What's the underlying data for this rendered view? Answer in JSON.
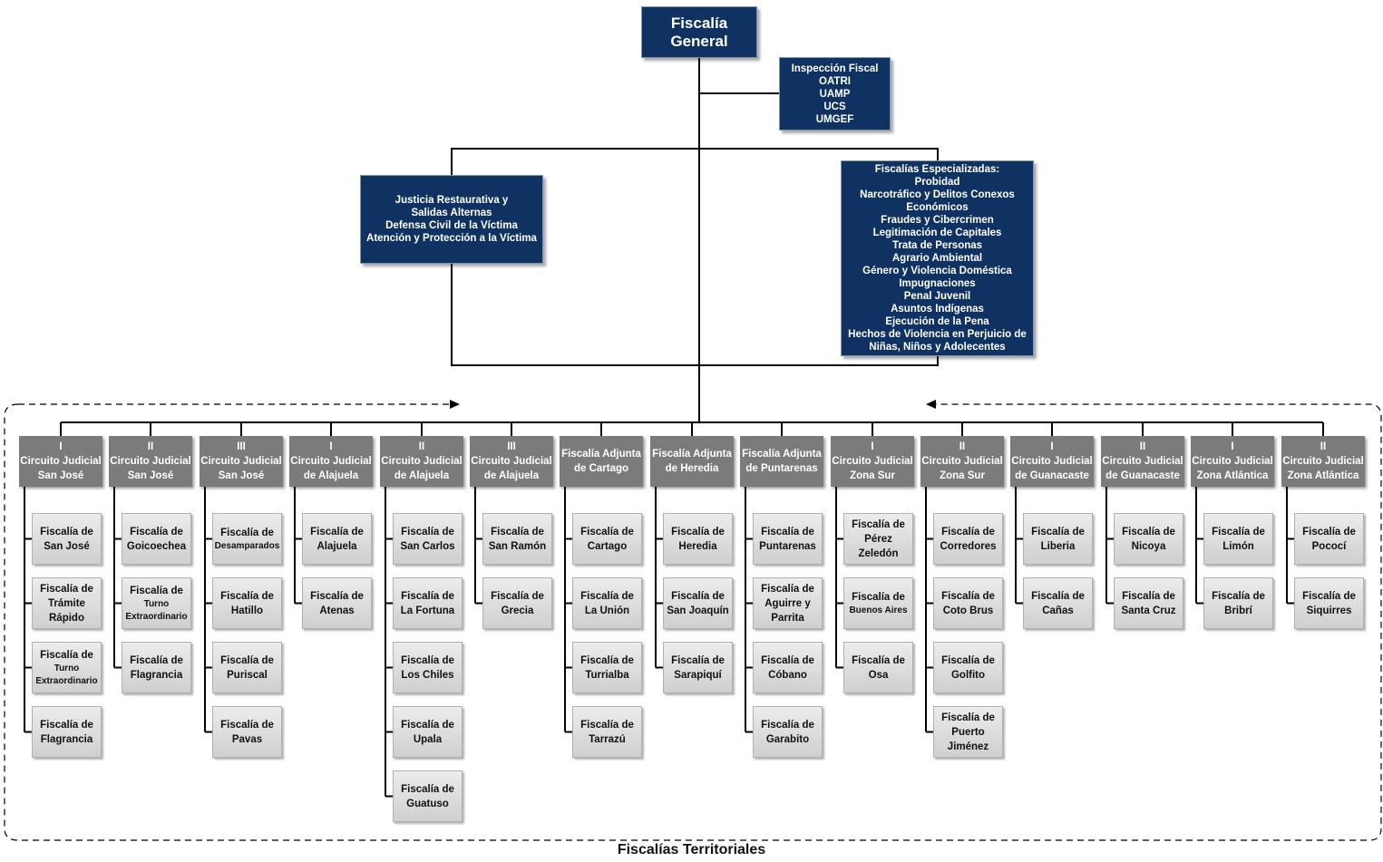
{
  "root": {
    "lines": [
      "Fiscalía",
      "General"
    ]
  },
  "staff": {
    "lines": [
      "Inspección Fiscal",
      "OATRI",
      "UAMP",
      "UCS",
      "UMGEF"
    ]
  },
  "left_unit": {
    "lines": [
      "Justicia Restaurativa y",
      "Salidas Alternas",
      "Defensa Civil de la Víctima",
      "Atención y Protección a la Víctima"
    ]
  },
  "right_unit": {
    "lines": [
      "Fiscalías Especializadas:",
      "Probidad",
      "Narcotráfico y Delitos Conexos",
      "Económicos",
      "Fraudes y Cibercrimen",
      "Legitimación de Capitales",
      "Trata de Personas",
      "Agrario Ambiental",
      "Género y Violencia Doméstica",
      "Impugnaciones",
      "Penal Juvenil",
      "Asuntos Indígenas",
      "Ejecución de la Pena",
      "Hechos de Violencia en Perjuicio de",
      "Niñas, Niños y Adolecentes"
    ]
  },
  "territorial_label": "Fiscalías Territoriales",
  "circuits": [
    {
      "header": [
        "I",
        "Circuito Judicial",
        "San José"
      ],
      "children": [
        [
          "Fiscalía de",
          "San José"
        ],
        [
          "Fiscalía de",
          "Trámite",
          "Rápido"
        ],
        [
          "Fiscalía de",
          "Turno",
          "Extraordinario"
        ],
        [
          "Fiscalía de",
          "Flagrancia"
        ]
      ]
    },
    {
      "header": [
        "II",
        "Circuito Judicial",
        "San José"
      ],
      "children": [
        [
          "Fiscalía de",
          "Goicoechea"
        ],
        [
          "Fiscalía de",
          "Turno",
          "Extraordinario"
        ],
        [
          "Fiscalía de",
          "Flagrancia"
        ]
      ]
    },
    {
      "header": [
        "III",
        "Circuito Judicial",
        "San José"
      ],
      "children": [
        [
          "Fiscalía de",
          "Desamparados"
        ],
        [
          "Fiscalía de",
          "Hatillo"
        ],
        [
          "Fiscalía de",
          "Puriscal"
        ],
        [
          "Fiscalía de",
          "Pavas"
        ]
      ]
    },
    {
      "header": [
        "I",
        "Circuito Judicial",
        "de Alajuela"
      ],
      "children": [
        [
          "Fiscalía de",
          "Alajuela"
        ],
        [
          "Fiscalía de",
          "Atenas"
        ]
      ]
    },
    {
      "header": [
        "II",
        "Circuito Judicial",
        "de Alajuela"
      ],
      "children": [
        [
          "Fiscalía de",
          "San Carlos"
        ],
        [
          "Fiscalía de",
          "La Fortuna"
        ],
        [
          "Fiscalía de",
          "Los Chiles"
        ],
        [
          "Fiscalía de",
          "Upala"
        ],
        [
          "Fiscalía de",
          "Guatuso"
        ]
      ]
    },
    {
      "header": [
        "III",
        "Circuito Judicial",
        "de Alajuela"
      ],
      "children": [
        [
          "Fiscalía de",
          "San Ramón"
        ],
        [
          "Fiscalía de",
          "Grecia"
        ]
      ]
    },
    {
      "header": [
        "Fiscalía Adjunta",
        "de Cartago"
      ],
      "children": [
        [
          "Fiscalía de",
          "Cartago"
        ],
        [
          "Fiscalía de",
          "La Unión"
        ],
        [
          "Fiscalía de",
          "Turrialba"
        ],
        [
          "Fiscalía de",
          "Tarrazú"
        ]
      ]
    },
    {
      "header": [
        "Fiscalía Adjunta",
        "de Heredia"
      ],
      "children": [
        [
          "Fiscalía de",
          "Heredia"
        ],
        [
          "Fiscalía de",
          "San Joaquín"
        ],
        [
          "Fiscalía de",
          "Sarapiquí"
        ]
      ]
    },
    {
      "header": [
        "Fiscalía Adjunta",
        "de Puntarenas"
      ],
      "children": [
        [
          "Fiscalía de",
          "Puntarenas"
        ],
        [
          "Fiscalía de",
          "Aguirre y",
          "Parrita"
        ],
        [
          "Fiscalía de",
          "Cóbano"
        ],
        [
          "Fiscalía de",
          "Garabito"
        ]
      ]
    },
    {
      "header": [
        "I",
        "Circuito Judicial",
        "Zona Sur"
      ],
      "children": [
        [
          "Fiscalía de",
          "Pérez",
          "Zeledón"
        ],
        [
          "Fiscalía de",
          "Buenos Aires"
        ],
        [
          "Fiscalía de",
          "Osa"
        ]
      ]
    },
    {
      "header": [
        "II",
        "Circuito Judicial",
        "Zona Sur"
      ],
      "children": [
        [
          "Fiscalía de",
          "Corredores"
        ],
        [
          "Fiscalía de",
          "Coto Brus"
        ],
        [
          "Fiscalía de",
          "Golfito"
        ],
        [
          "Fiscalía de",
          "Puerto",
          "Jiménez"
        ]
      ]
    },
    {
      "header": [
        "I",
        "Circuito Judicial",
        "de Guanacaste"
      ],
      "children": [
        [
          "Fiscalía de",
          "Liberia"
        ],
        [
          "Fiscalía de",
          "Cañas"
        ]
      ]
    },
    {
      "header": [
        "II",
        "Circuito Judicial",
        "de Guanacaste"
      ],
      "children": [
        [
          "Fiscalía de",
          "Nicoya"
        ],
        [
          "Fiscalía de",
          "Santa Cruz"
        ]
      ]
    },
    {
      "header": [
        "I",
        "Circuito Judicial",
        "Zona Atlántica"
      ],
      "children": [
        [
          "Fiscalía de",
          "Limón"
        ],
        [
          "Fiscalía de",
          "Bribrí"
        ]
      ]
    },
    {
      "header": [
        "II",
        "Circuito Judicial",
        "Zona Atlántica"
      ],
      "children": [
        [
          "Fiscalía de",
          "Pococí"
        ],
        [
          "Fiscalía de",
          "Siquirres"
        ]
      ]
    }
  ]
}
